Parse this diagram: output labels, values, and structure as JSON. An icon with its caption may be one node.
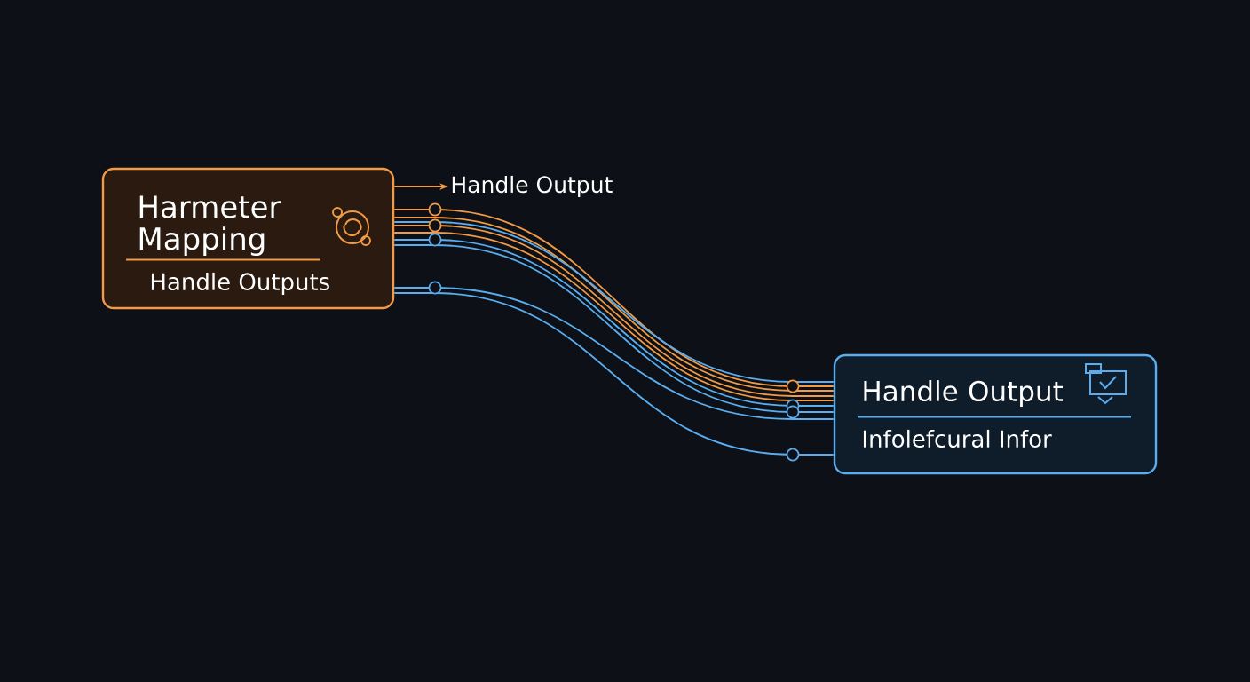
{
  "diagram": {
    "nodes": [
      {
        "text": [
          "Harmeter Mapping",
          "Handle Outputs"
        ]
      },
      {
        "text": [
          "Handle Output",
          "Infolefcural Infor"
        ]
      },
      {
        "text": [
          "Handle Output"
        ]
      }
    ],
    "edges": [
      {
        "from": 0,
        "to": 2,
        "arrow": "to",
        "color": "#f29a45"
      },
      {
        "from": 0,
        "to": 1,
        "arrow": "none",
        "color": "#f29a45"
      },
      {
        "from": 0,
        "to": 1,
        "arrow": "none",
        "color": "#f29a45"
      },
      {
        "from": 0,
        "to": 1,
        "arrow": "none",
        "color": "#f29a45"
      },
      {
        "from": 0,
        "to": 1,
        "arrow": "none",
        "color": "#f29a45"
      },
      {
        "from": 0,
        "to": 1,
        "arrow": "none",
        "color": "#5aaef0"
      },
      {
        "from": 0,
        "to": 1,
        "arrow": "none",
        "color": "#5aaef0"
      },
      {
        "from": 0,
        "to": 1,
        "arrow": "none",
        "color": "#5aaef0"
      },
      {
        "from": 0,
        "to": 1,
        "arrow": "none",
        "color": "#5aaef0"
      },
      {
        "from": 0,
        "to": 1,
        "arrow": "none",
        "color": "#5aaef0"
      }
    ]
  }
}
